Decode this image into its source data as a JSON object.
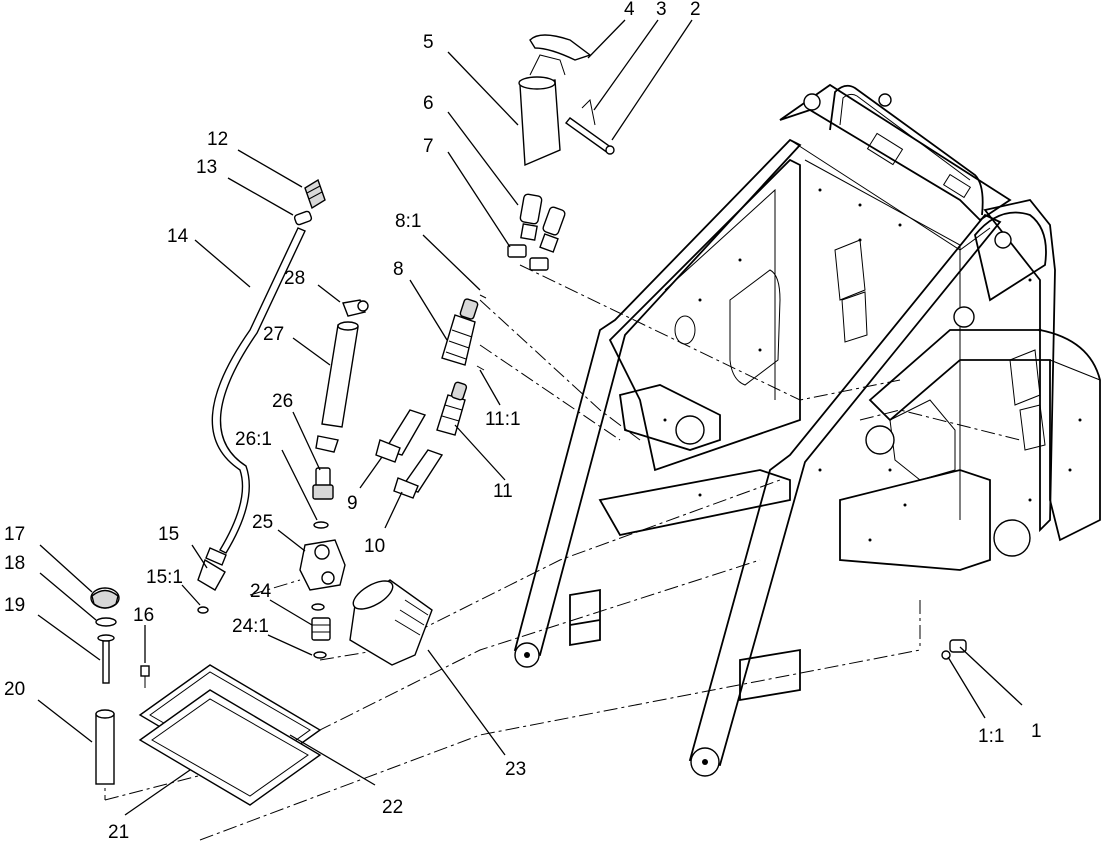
{
  "callouts": [
    {
      "id": "1",
      "text": "1"
    },
    {
      "id": "1-1",
      "text": "1:1"
    },
    {
      "id": "2",
      "text": "2"
    },
    {
      "id": "3",
      "text": "3"
    },
    {
      "id": "4",
      "text": "4"
    },
    {
      "id": "5",
      "text": "5"
    },
    {
      "id": "6",
      "text": "6"
    },
    {
      "id": "7",
      "text": "7"
    },
    {
      "id": "8-1",
      "text": "8:1"
    },
    {
      "id": "8",
      "text": "8"
    },
    {
      "id": "9",
      "text": "9"
    },
    {
      "id": "10",
      "text": "10"
    },
    {
      "id": "11-1",
      "text": "11:1"
    },
    {
      "id": "11",
      "text": "11"
    },
    {
      "id": "12",
      "text": "12"
    },
    {
      "id": "13",
      "text": "13"
    },
    {
      "id": "14",
      "text": "14"
    },
    {
      "id": "15",
      "text": "15"
    },
    {
      "id": "15-1",
      "text": "15:1"
    },
    {
      "id": "16",
      "text": "16"
    },
    {
      "id": "17",
      "text": "17"
    },
    {
      "id": "18",
      "text": "18"
    },
    {
      "id": "19",
      "text": "19"
    },
    {
      "id": "20",
      "text": "20"
    },
    {
      "id": "21",
      "text": "21"
    },
    {
      "id": "22",
      "text": "22"
    },
    {
      "id": "23",
      "text": "23"
    },
    {
      "id": "24",
      "text": "24"
    },
    {
      "id": "24-1",
      "text": "24:1"
    },
    {
      "id": "25",
      "text": "25"
    },
    {
      "id": "26",
      "text": "26"
    },
    {
      "id": "26-1",
      "text": "26:1"
    },
    {
      "id": "27",
      "text": "27"
    },
    {
      "id": "28",
      "text": "28"
    }
  ]
}
